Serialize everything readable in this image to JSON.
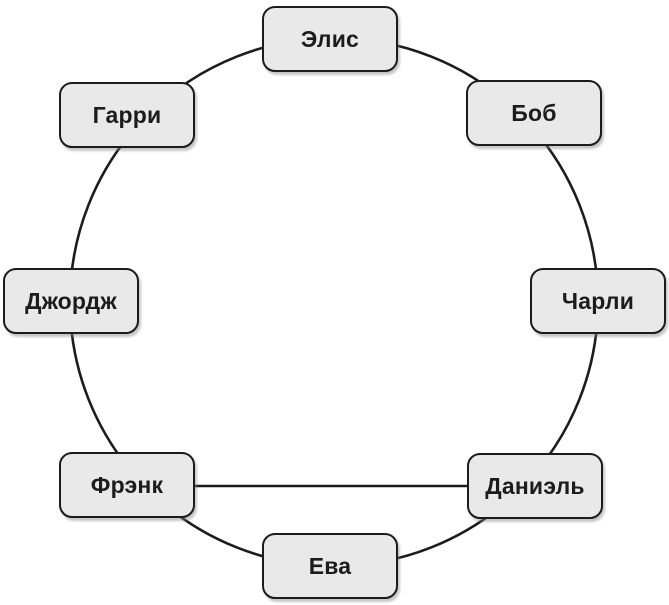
{
  "diagram": {
    "type": "circular-network-graph",
    "description": "Eight people arranged in a ring, each connected to neighbors, plus one extra connection",
    "nodes": [
      {
        "id": "alice",
        "label": "Элис"
      },
      {
        "id": "bob",
        "label": "Боб"
      },
      {
        "id": "charlie",
        "label": "Чарли"
      },
      {
        "id": "daniel",
        "label": "Даниэль"
      },
      {
        "id": "eva",
        "label": "Ева"
      },
      {
        "id": "frank",
        "label": "Фрэнк"
      },
      {
        "id": "george",
        "label": "Джордж"
      },
      {
        "id": "harry",
        "label": "Гарри"
      }
    ],
    "edges": [
      {
        "from": "Элис",
        "to": "Боб"
      },
      {
        "from": "Боб",
        "to": "Чарли"
      },
      {
        "from": "Чарли",
        "to": "Даниэль"
      },
      {
        "from": "Даниэль",
        "to": "Ева"
      },
      {
        "from": "Ева",
        "to": "Фрэнк"
      },
      {
        "from": "Фрэнк",
        "to": "Джордж"
      },
      {
        "from": "Джордж",
        "to": "Гарри"
      },
      {
        "from": "Гарри",
        "to": "Элис"
      },
      {
        "from": "Фрэнк",
        "to": "Даниэль"
      }
    ],
    "colors": {
      "background": "#ffffff",
      "node_fill": "#e9e9e9",
      "node_border": "#1c1c1c",
      "edge": "#1c1c1c",
      "text": "#1c1c1c"
    }
  }
}
